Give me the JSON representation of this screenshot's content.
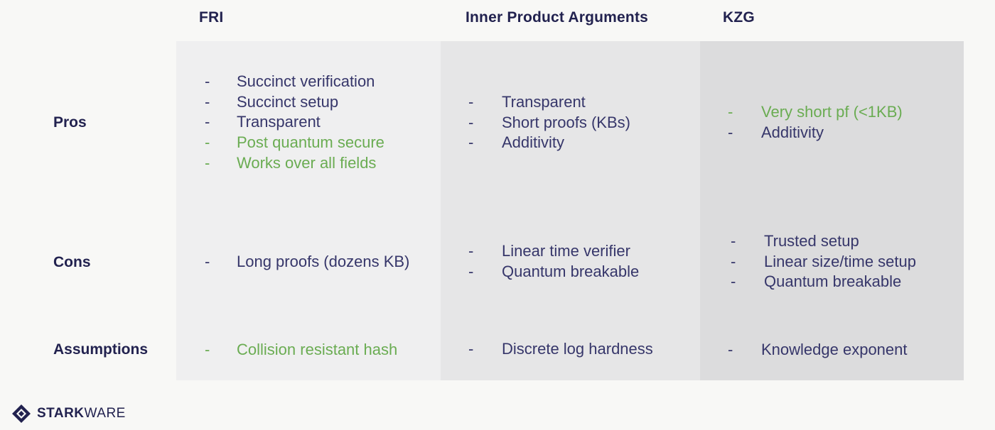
{
  "columns": [
    "FRI",
    "Inner Product Arguments",
    "KZG"
  ],
  "rows": [
    "Pros",
    "Cons",
    "Assumptions"
  ],
  "cells": {
    "fri": {
      "pros": [
        {
          "text": "Succinct verification",
          "highlight": false
        },
        {
          "text": "Succinct setup",
          "highlight": false
        },
        {
          "text": "Transparent",
          "highlight": false
        },
        {
          "text": "Post quantum secure",
          "highlight": true
        },
        {
          "text": "Works over all fields",
          "highlight": true
        }
      ],
      "cons": [
        {
          "text": "Long proofs (dozens KB)",
          "highlight": false
        }
      ],
      "assumptions": [
        {
          "text": "Collision resistant hash",
          "highlight": true
        }
      ]
    },
    "ipa": {
      "pros": [
        {
          "text": "Transparent",
          "highlight": false
        },
        {
          "text": "Short proofs (KBs)",
          "highlight": false
        },
        {
          "text": "Additivity",
          "highlight": false
        }
      ],
      "cons": [
        {
          "text": "Linear time verifier",
          "highlight": false
        },
        {
          "text": "Quantum breakable",
          "highlight": false
        }
      ],
      "assumptions": [
        {
          "text": "Discrete log hardness",
          "highlight": false
        }
      ]
    },
    "kzg": {
      "pros": [
        {
          "text": "Very short pf (<1KB)",
          "highlight": true
        },
        {
          "text": "Additivity",
          "highlight": false
        }
      ],
      "cons": [
        {
          "text": "Trusted setup",
          "highlight": false
        },
        {
          "text": "Linear size/time setup",
          "highlight": false
        },
        {
          "text": "Quantum breakable",
          "highlight": false
        }
      ],
      "assumptions": [
        {
          "text": "Knowledge exponent",
          "highlight": false
        }
      ]
    }
  },
  "bullet": "-",
  "logo": {
    "bold": "STARK",
    "regular": "WARE",
    "icon": "starkware-diamond-icon"
  },
  "colors": {
    "highlight": "#6aac52",
    "text": "#36366a",
    "heading": "#22224f"
  }
}
